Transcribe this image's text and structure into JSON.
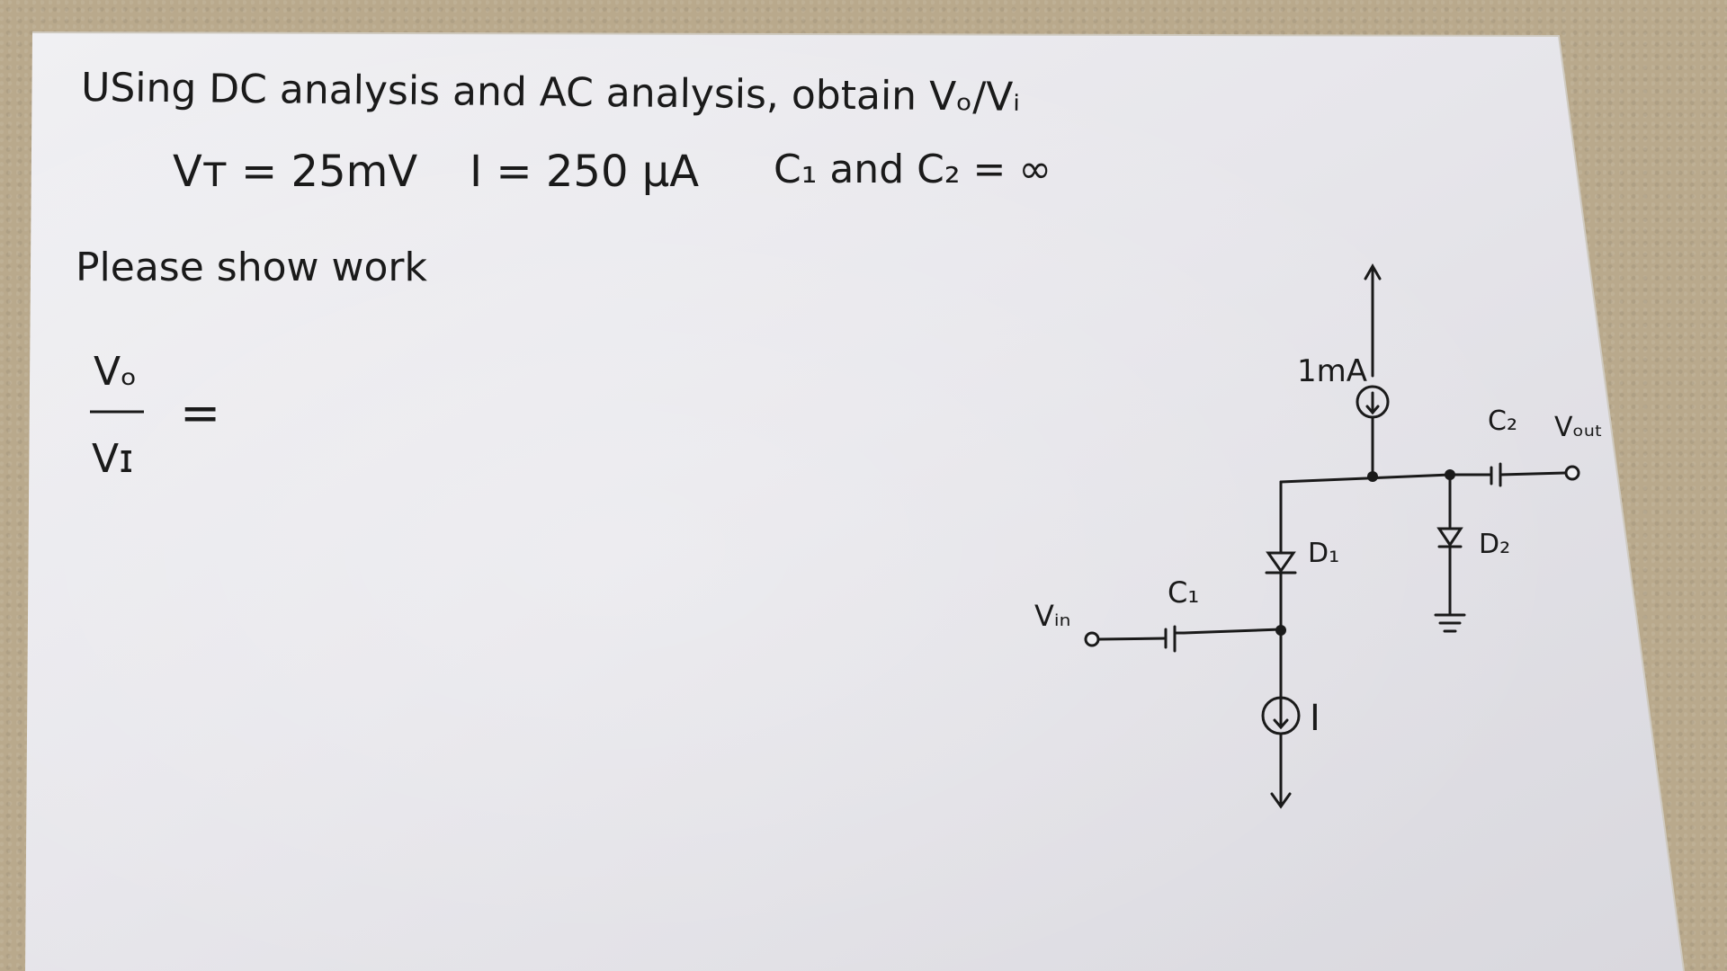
{
  "problem": {
    "line1": "USing DC analysis and AC analysis, obtain Vₒ/Vᵢ",
    "vt": "Vᴛ = 25mV",
    "i_value": "I = 250 μA",
    "caps": "C₁ and C₂ = ∞",
    "please": "Please show work"
  },
  "answer": {
    "numerator": "Vₒ",
    "denominator": "Vɪ",
    "equals": "="
  },
  "circuit": {
    "top_current_label": "1mA",
    "bottom_current_label": "I",
    "c1_label": "C₁",
    "c2_label": "C₂",
    "vout_label": "Vₒᵤₜ",
    "vin_label": "Vᵢₙ",
    "d1_label": "D₁",
    "d2_label": "D₂"
  }
}
